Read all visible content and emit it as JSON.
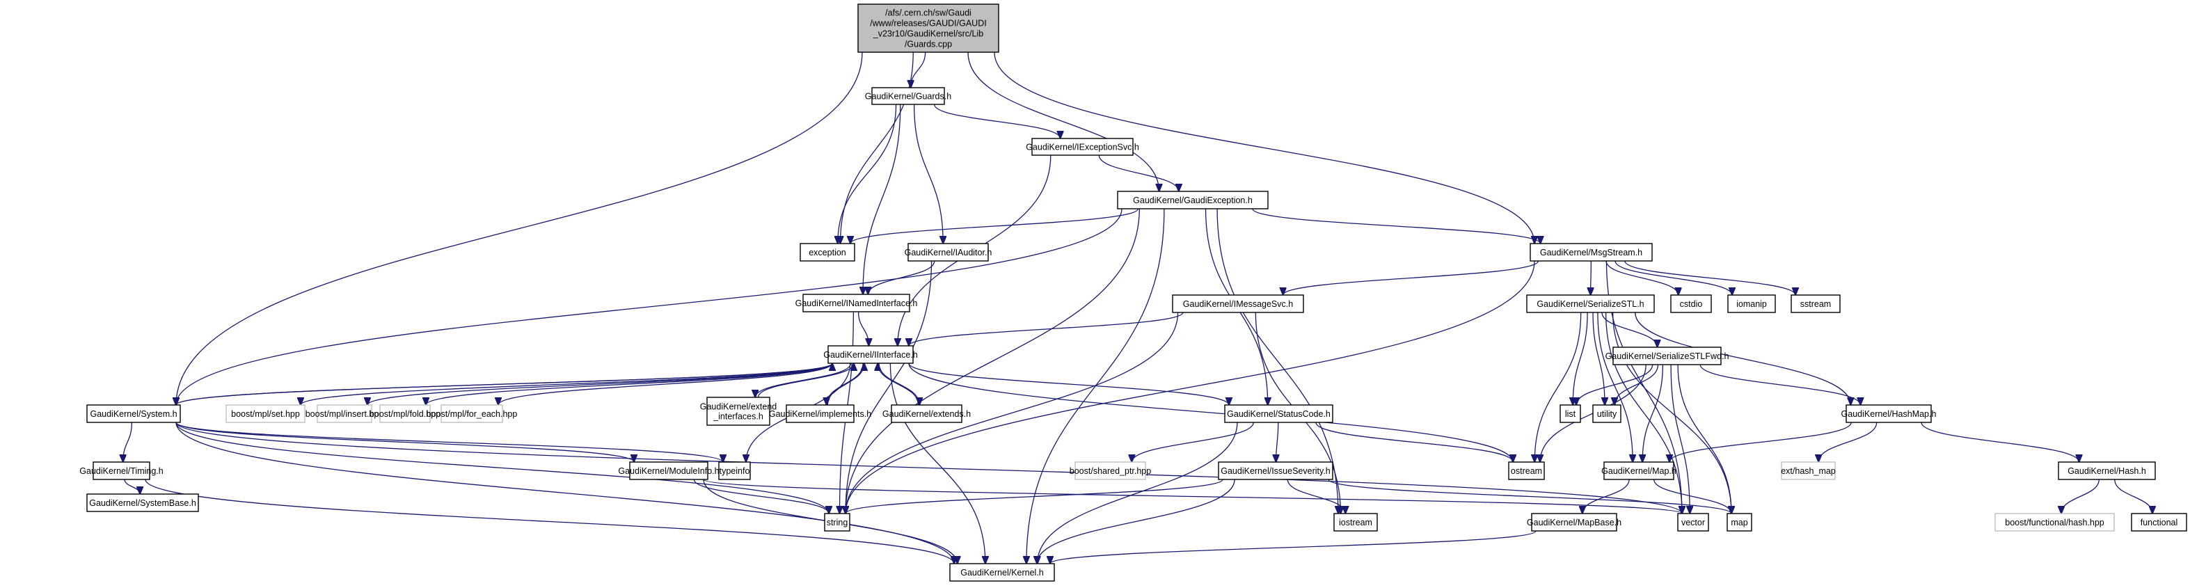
{
  "title": "Include dependency graph for Guards.cpp",
  "nodes": {
    "root": {
      "label": [
        "/afs/.cern.ch/sw/Gaudi",
        "/www/releases/GAUDI/GAUDI",
        "_v23r10/GaudiKernel/src/Lib",
        "/Guards.cpp"
      ],
      "kind": "root"
    },
    "guards_h": {
      "label": [
        "GaudiKernel/Guards.h"
      ],
      "kind": "internal"
    },
    "iexceptionsvc_h": {
      "label": [
        "GaudiKernel/IExceptionSvc.h"
      ],
      "kind": "internal"
    },
    "gaudiexception_h": {
      "label": [
        "GaudiKernel/GaudiException.h"
      ],
      "kind": "internal"
    },
    "exception": {
      "label": [
        "exception"
      ],
      "kind": "internal"
    },
    "iauditor_h": {
      "label": [
        "GaudiKernel/IAuditor.h"
      ],
      "kind": "internal"
    },
    "msgstream_h": {
      "label": [
        "GaudiKernel/MsgStream.h"
      ],
      "kind": "internal"
    },
    "inamedinterface_h": {
      "label": [
        "GaudiKernel/INamedInterface.h"
      ],
      "kind": "internal"
    },
    "imessagesvc_h": {
      "label": [
        "GaudiKernel/IMessageSvc.h"
      ],
      "kind": "internal"
    },
    "serializestl_h": {
      "label": [
        "GaudiKernel/SerializeSTL.h"
      ],
      "kind": "internal"
    },
    "cstdio": {
      "label": [
        "cstdio"
      ],
      "kind": "internal"
    },
    "iomanip": {
      "label": [
        "iomanip"
      ],
      "kind": "internal"
    },
    "sstream": {
      "label": [
        "sstream"
      ],
      "kind": "internal"
    },
    "iinterface_h": {
      "label": [
        "GaudiKernel/IInterface.h"
      ],
      "kind": "internal"
    },
    "serializestlfwd_h": {
      "label": [
        "GaudiKernel/SerializeSTLFwd.h"
      ],
      "kind": "internal"
    },
    "system_h": {
      "label": [
        "GaudiKernel/System.h"
      ],
      "kind": "internal"
    },
    "boost_set": {
      "label": [
        "boost/mpl/set.hpp"
      ],
      "kind": "external"
    },
    "boost_insert": {
      "label": [
        "boost/mpl/insert.hpp"
      ],
      "kind": "external"
    },
    "boost_fold": {
      "label": [
        "boost/mpl/fold.hpp"
      ],
      "kind": "external"
    },
    "boost_for_each": {
      "label": [
        "boost/mpl/for_each.hpp"
      ],
      "kind": "external"
    },
    "extend_interfaces_h": {
      "label": [
        "GaudiKernel/extend",
        "_interfaces.h"
      ],
      "kind": "internal"
    },
    "implements_h": {
      "label": [
        "GaudiKernel/implements.h"
      ],
      "kind": "internal"
    },
    "extends_h": {
      "label": [
        "GaudiKernel/extends.h"
      ],
      "kind": "internal"
    },
    "statuscode_h": {
      "label": [
        "GaudiKernel/StatusCode.h"
      ],
      "kind": "internal"
    },
    "list": {
      "label": [
        "list"
      ],
      "kind": "internal"
    },
    "utility": {
      "label": [
        "utility"
      ],
      "kind": "internal"
    },
    "hashmap_h": {
      "label": [
        "GaudiKernel/HashMap.h"
      ],
      "kind": "internal"
    },
    "typeinfo": {
      "label": [
        "typeinfo"
      ],
      "kind": "internal"
    },
    "moduleinfo_h": {
      "label": [
        "GaudiKernel/ModuleInfo.h"
      ],
      "kind": "internal"
    },
    "timing_h": {
      "label": [
        "GaudiKernel/Timing.h"
      ],
      "kind": "internal"
    },
    "boost_shared_ptr": {
      "label": [
        "boost/shared_ptr.hpp"
      ],
      "kind": "external"
    },
    "issueseverity_h": {
      "label": [
        "GaudiKernel/IssueSeverity.h"
      ],
      "kind": "internal"
    },
    "ostream": {
      "label": [
        "ostream"
      ],
      "kind": "internal"
    },
    "map_h": {
      "label": [
        "GaudiKernel/Map.h"
      ],
      "kind": "internal"
    },
    "ext_hash_map": {
      "label": [
        "ext/hash_map"
      ],
      "kind": "external"
    },
    "hash_h": {
      "label": [
        "GaudiKernel/Hash.h"
      ],
      "kind": "internal"
    },
    "systembase_h": {
      "label": [
        "GaudiKernel/SystemBase.h"
      ],
      "kind": "internal"
    },
    "string": {
      "label": [
        "string"
      ],
      "kind": "internal"
    },
    "iostream": {
      "label": [
        "iostream"
      ],
      "kind": "internal"
    },
    "mapbase_h": {
      "label": [
        "GaudiKernel/MapBase.h"
      ],
      "kind": "internal"
    },
    "vector": {
      "label": [
        "vector"
      ],
      "kind": "internal"
    },
    "map": {
      "label": [
        "map"
      ],
      "kind": "internal"
    },
    "boost_functional_hash": {
      "label": [
        "boost/functional/hash.hpp"
      ],
      "kind": "external"
    },
    "functional": {
      "label": [
        "functional"
      ],
      "kind": "internal"
    },
    "kernel_h": {
      "label": [
        "GaudiKernel/Kernel.h"
      ],
      "kind": "internal"
    }
  },
  "edges": [
    [
      "root",
      "guards_h"
    ],
    [
      "root",
      "exception"
    ],
    [
      "root",
      "gaudiexception_h"
    ],
    [
      "root",
      "msgstream_h"
    ],
    [
      "root",
      "system_h"
    ],
    [
      "guards_h",
      "exception"
    ],
    [
      "guards_h",
      "iexceptionsvc_h"
    ],
    [
      "guards_h",
      "iauditor_h"
    ],
    [
      "guards_h",
      "inamedinterface_h"
    ],
    [
      "iexceptionsvc_h",
      "gaudiexception_h"
    ],
    [
      "iexceptionsvc_h",
      "iinterface_h"
    ],
    [
      "gaudiexception_h",
      "exception"
    ],
    [
      "gaudiexception_h",
      "msgstream_h"
    ],
    [
      "gaudiexception_h",
      "system_h"
    ],
    [
      "gaudiexception_h",
      "statuscode_h"
    ],
    [
      "gaudiexception_h",
      "string"
    ],
    [
      "gaudiexception_h",
      "iostream"
    ],
    [
      "gaudiexception_h",
      "kernel_h"
    ],
    [
      "iauditor_h",
      "inamedinterface_h"
    ],
    [
      "iauditor_h",
      "string"
    ],
    [
      "inamedinterface_h",
      "iinterface_h"
    ],
    [
      "inamedinterface_h",
      "string"
    ],
    [
      "msgstream_h",
      "imessagesvc_h"
    ],
    [
      "msgstream_h",
      "serializestl_h"
    ],
    [
      "msgstream_h",
      "cstdio"
    ],
    [
      "msgstream_h",
      "iomanip"
    ],
    [
      "msgstream_h",
      "sstream"
    ],
    [
      "msgstream_h",
      "string"
    ],
    [
      "msgstream_h",
      "vector"
    ],
    [
      "imessagesvc_h",
      "iinterface_h"
    ],
    [
      "imessagesvc_h",
      "string"
    ],
    [
      "imessagesvc_h",
      "iostream"
    ],
    [
      "serializestl_h",
      "serializestlfwd_h"
    ],
    [
      "serializestl_h",
      "list"
    ],
    [
      "serializestl_h",
      "utility"
    ],
    [
      "serializestl_h",
      "ostream"
    ],
    [
      "serializestl_h",
      "map_h"
    ],
    [
      "serializestl_h",
      "hashmap_h"
    ],
    [
      "serializestl_h",
      "vector"
    ],
    [
      "serializestl_h",
      "map"
    ],
    [
      "serializestlfwd_h",
      "list"
    ],
    [
      "serializestlfwd_h",
      "utility"
    ],
    [
      "serializestlfwd_h",
      "hashmap_h"
    ],
    [
      "serializestlfwd_h",
      "map_h"
    ],
    [
      "serializestlfwd_h",
      "ostream"
    ],
    [
      "serializestlfwd_h",
      "vector"
    ],
    [
      "serializestlfwd_h",
      "map"
    ],
    [
      "iinterface_h",
      "system_h"
    ],
    [
      "iinterface_h",
      "boost_set"
    ],
    [
      "iinterface_h",
      "boost_insert"
    ],
    [
      "iinterface_h",
      "boost_fold"
    ],
    [
      "iinterface_h",
      "boost_for_each"
    ],
    [
      "iinterface_h",
      "extend_interfaces_h"
    ],
    [
      "iinterface_h",
      "implements_h"
    ],
    [
      "iinterface_h",
      "extends_h"
    ],
    [
      "iinterface_h",
      "statuscode_h"
    ],
    [
      "iinterface_h",
      "ostream"
    ],
    [
      "iinterface_h",
      "typeinfo"
    ],
    [
      "iinterface_h",
      "kernel_h"
    ],
    [
      "system_h",
      "iinterface_h"
    ],
    [
      "extend_interfaces_h",
      "iinterface_h"
    ],
    [
      "implements_h",
      "iinterface_h"
    ],
    [
      "extends_h",
      "iinterface_h"
    ],
    [
      "system_h",
      "timing_h"
    ],
    [
      "system_h",
      "moduleinfo_h"
    ],
    [
      "system_h",
      "typeinfo"
    ],
    [
      "system_h",
      "string"
    ],
    [
      "system_h",
      "vector"
    ],
    [
      "system_h",
      "kernel_h"
    ],
    [
      "timing_h",
      "systembase_h"
    ],
    [
      "timing_h",
      "kernel_h"
    ],
    [
      "moduleinfo_h",
      "string"
    ],
    [
      "moduleinfo_h",
      "vector"
    ],
    [
      "moduleinfo_h",
      "kernel_h"
    ],
    [
      "statuscode_h",
      "boost_shared_ptr"
    ],
    [
      "statuscode_h",
      "issueseverity_h"
    ],
    [
      "statuscode_h",
      "ostream"
    ],
    [
      "statuscode_h",
      "kernel_h"
    ],
    [
      "issueseverity_h",
      "string"
    ],
    [
      "issueseverity_h",
      "iostream"
    ],
    [
      "issueseverity_h",
      "map"
    ],
    [
      "issueseverity_h",
      "kernel_h"
    ],
    [
      "hashmap_h",
      "map_h"
    ],
    [
      "hashmap_h",
      "ext_hash_map"
    ],
    [
      "hashmap_h",
      "hash_h"
    ],
    [
      "map_h",
      "mapbase_h"
    ],
    [
      "map_h",
      "map"
    ],
    [
      "mapbase_h",
      "kernel_h"
    ],
    [
      "hash_h",
      "boost_functional_hash"
    ],
    [
      "hash_h",
      "functional"
    ]
  ]
}
